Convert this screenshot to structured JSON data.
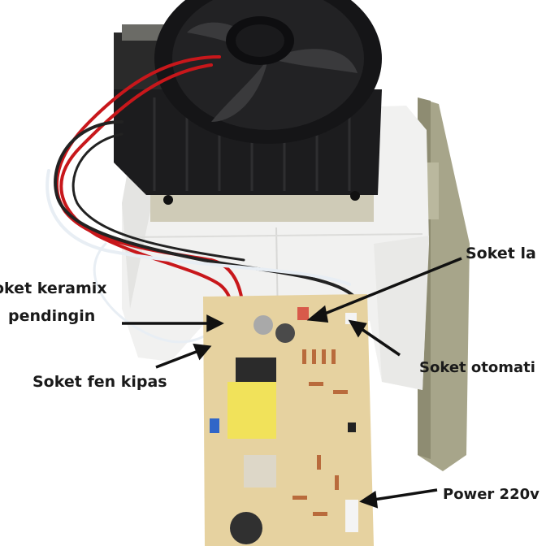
{
  "labels": {
    "keramix_line1": "oket keramix",
    "keramix_line2": "pendingin",
    "fen_kipas": "Soket fen kipas",
    "lampu": "Soket la",
    "otomatis": "Soket otomati",
    "power": "Power 220v"
  },
  "colors": {
    "heatsink": "#1c1c1e",
    "styrofoam": "#f1f1f0",
    "mount_plate": "#a7a58a",
    "pcb": "#e6d2a0",
    "wire_red": "#c8171b",
    "wire_black": "#222222",
    "wire_white": "#e8eef4",
    "arrow": "#111111"
  }
}
